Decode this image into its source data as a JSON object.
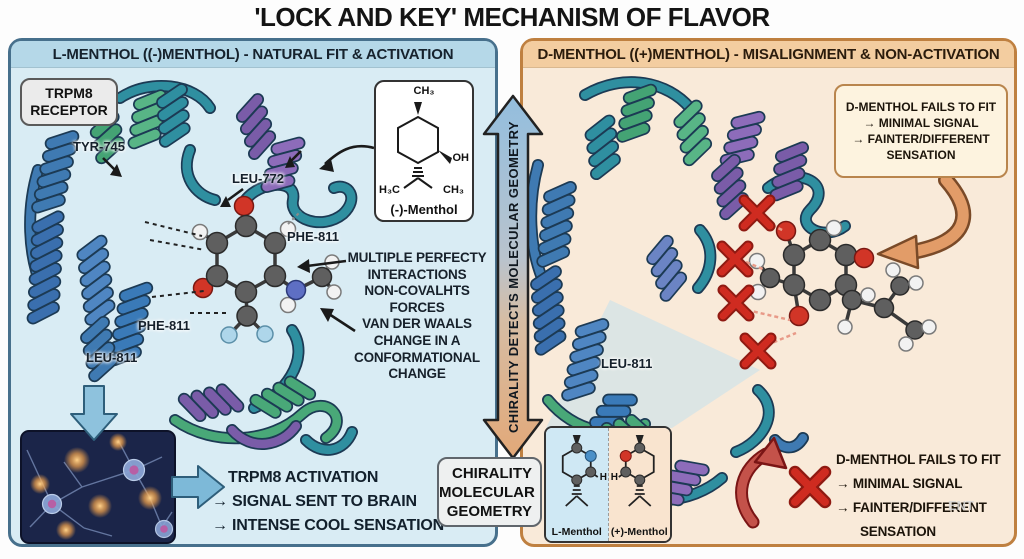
{
  "title": "'LOCK AND KEY' MECHANISM OF FLAVOR",
  "left_panel": {
    "header": "L-MENTHOL ((-)MENTHOL) - NATURAL FIT & ACTIVATION",
    "receptor_label": "TRPM8 RECEPTOR",
    "residues": {
      "tyr745": "TYR-745",
      "leu772": "LEU-772",
      "phe811_upper": "PHE-811",
      "phe811_lower": "PHE-811",
      "leu811": "LEU-811"
    },
    "menthol_box": {
      "top_group": "CH₃",
      "hydroxyl": "OH",
      "left_group": "H₃C",
      "right_group": "CH₃",
      "label": "(-)-Menthol"
    },
    "interaction_notes": [
      "MULTIPLE PERFECTY",
      "INTERACTIONS",
      "NON-COVALHTS",
      "FORCES",
      "VAN DER WAALS",
      "CHANGE IN A",
      "CONFORMATIONAL",
      "CHANGE"
    ],
    "outcome": [
      "TRPM8 ACTIVATION",
      "→ SIGNAL SENT TO BRAIN",
      "→ INTENSE COOL SENSATION"
    ]
  },
  "center": {
    "arrow_label": "CHIRALITY DETECTS MOLECULAR GEOMETRY",
    "chirality_box": [
      "CHIRALITY",
      "MOLECULAR",
      "GEOMETRY"
    ],
    "comparison": {
      "left_label": "L-Menthol",
      "right_label": "(+)-Menthol",
      "left_h": "H",
      "right_h": "H"
    }
  },
  "right_panel": {
    "header": "D-MENTHOL ((+)MENTHOL) - MISALIGNMENT & NON-ACTIVATION",
    "fail_box": [
      "D-MENTHOL FAILS TO FIT",
      "→ MINIMAL SIGNAL",
      "→ FAINTER/DIFFERENT",
      "SENSATION"
    ],
    "residues": {
      "leu811": "LEU-811"
    },
    "outcome": [
      "D-MENTHOL FAILS TO FIT",
      "→ MINIMAL SIGNAL",
      "→ FAINTER/DIFFERENT",
      "SENSATION"
    ]
  },
  "watermark": "ENT",
  "colors": {
    "left_panel_bg": "#d9ecf4",
    "left_header_bg": "#b5d8e8",
    "left_border": "#47708c",
    "right_panel_bg": "#f9ead9",
    "right_header_bg": "#f3cda0",
    "right_border": "#bf8040",
    "center_arrow_top": "#93bede",
    "center_arrow_bottom": "#e2a878",
    "x_mark_red": "#cf2b20",
    "neuron_bg": "#1b2142"
  }
}
